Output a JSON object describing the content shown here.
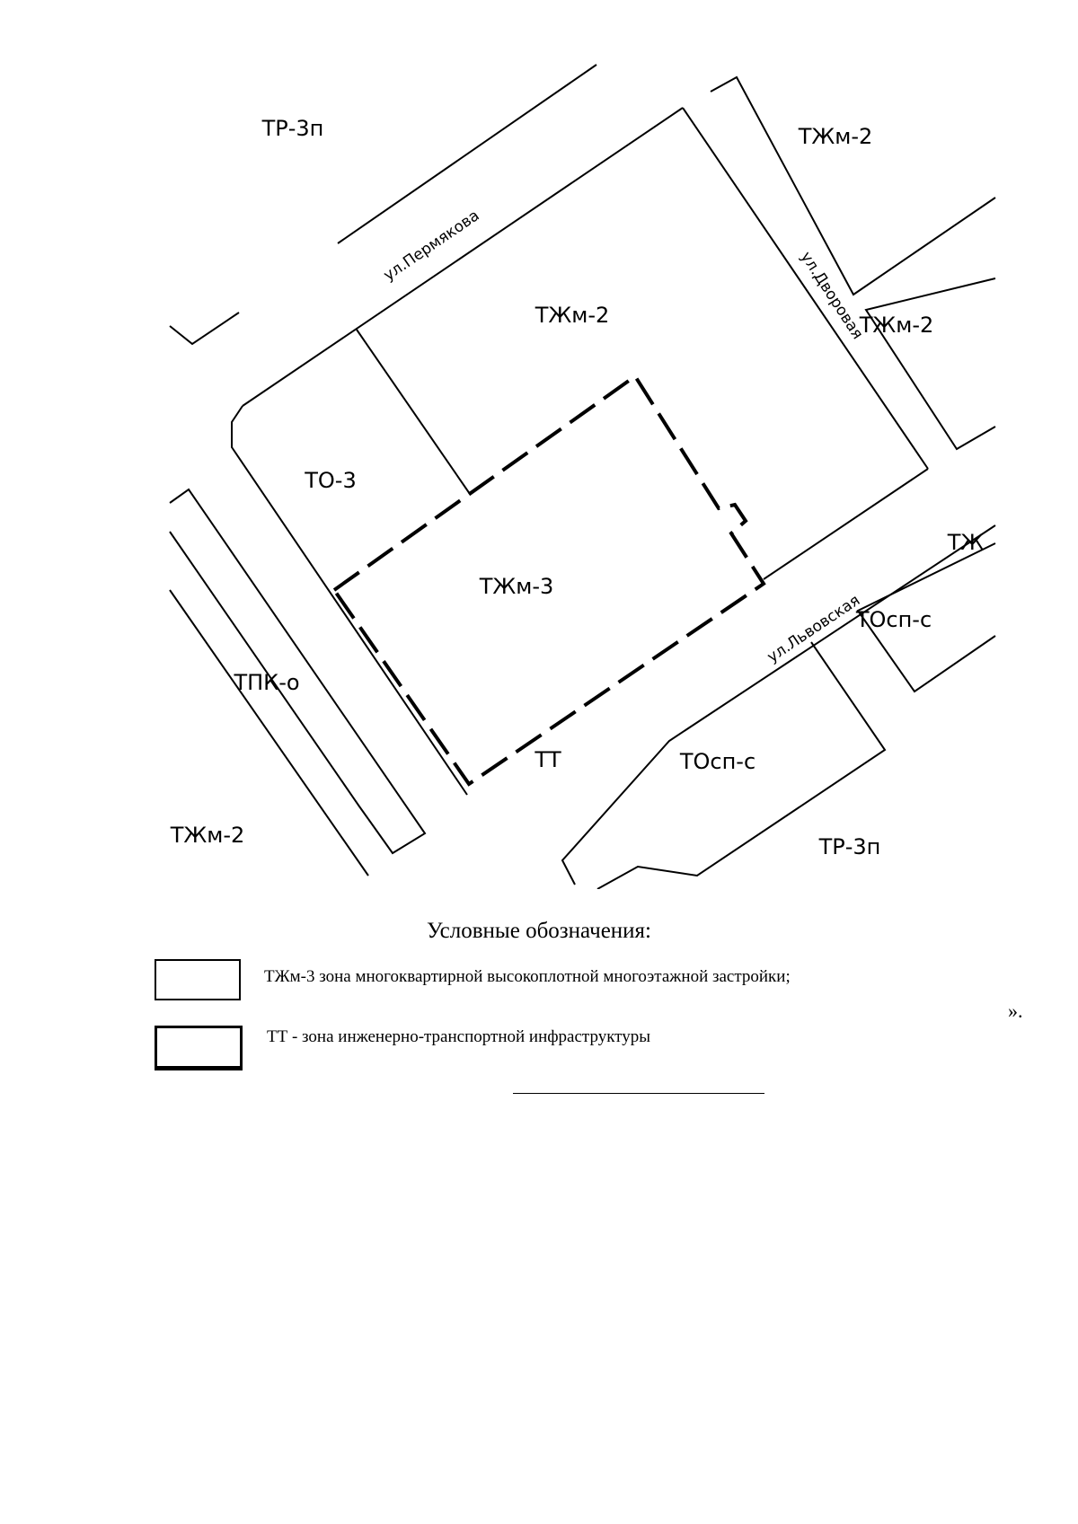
{
  "map": {
    "zones": {
      "tr3p_top": "ТР-3п",
      "tzhm2_top_right": "ТЖм-2",
      "tzhm2_center": "ТЖм-2",
      "tzhm2_right": "ТЖм-2",
      "to3": "ТО-3",
      "tzhm3": "ТЖм-3",
      "tpko": "ТПК-о",
      "tt": "ТТ",
      "tosp_c_right": "ТОсп-с",
      "tosp_c_bottom": "ТОсп-с",
      "tzhm2_bottom_left": "ТЖм-2",
      "tr3p_bottom": "ТР-3п",
      "tzh_cut": "ТЖ"
    },
    "streets": {
      "permyakova": "ул.Пермякова",
      "dvorovaya": "ул.Дворовая",
      "lvovskaya": "ул.Львовская"
    }
  },
  "legend": {
    "title": "Условные обозначения:",
    "items": [
      {
        "text": "ТЖм-3 зона многоквартирной высокоплотной многоэтажной застройки;"
      },
      {
        "text": "ТТ - зона инженерно-транспортной инфраструктуры"
      }
    ]
  },
  "closing_mark": "»."
}
